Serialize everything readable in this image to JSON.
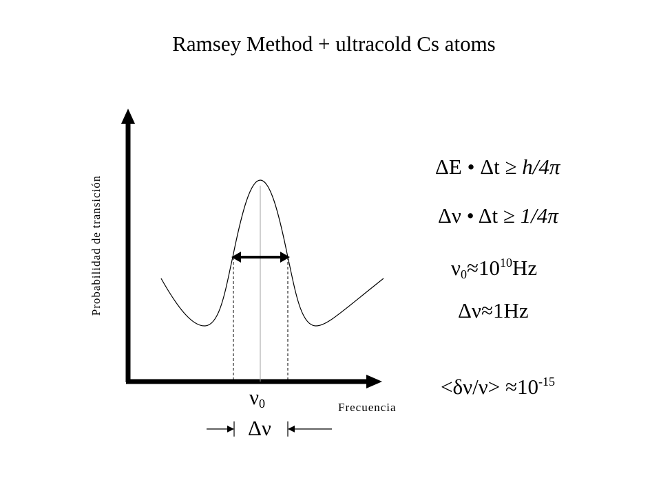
{
  "title": "Ramsey Method + ultracold Cs atoms",
  "axes": {
    "y_label": "Probabilidad de transición",
    "x_label": "Frecuencia"
  },
  "symbols": {
    "nu": "ν",
    "nu0_sub": "0",
    "delta_nu": "Δν"
  },
  "equations": {
    "energy_time": {
      "lhs": "ΔE • Δt ≥ ",
      "rhs": "h/4π"
    },
    "freq_time": {
      "lhs": "Δν • Δt ≥ ",
      "rhs": "1/4π"
    },
    "nu0_value": {
      "sym": "ν",
      "sub": "0",
      "approx": "≈10",
      "exp": "10",
      "unit": "Hz"
    },
    "dnu_value": {
      "text": "Δν≈1Hz"
    },
    "ratio": {
      "text": "<δν/ν> ≈10",
      "exp": "-15"
    }
  },
  "colors": {
    "ink": "#000000",
    "center_line": "#a0a0a0",
    "background": "#ffffff"
  }
}
